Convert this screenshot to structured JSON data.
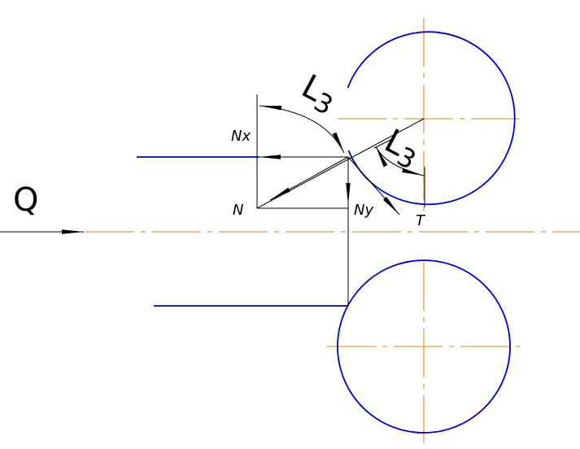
{
  "labels": {
    "q": "Q",
    "nx": "Nx",
    "n": "N",
    "ny": "Ny",
    "t": "T",
    "l3_upper": "L",
    "l3_upper_sub": "3",
    "l3_right": "L",
    "l3_right_sub": "3"
  },
  "colors": {
    "outline": "#0000cc",
    "centerline": "#e69a3c",
    "construction": "#000000"
  }
}
